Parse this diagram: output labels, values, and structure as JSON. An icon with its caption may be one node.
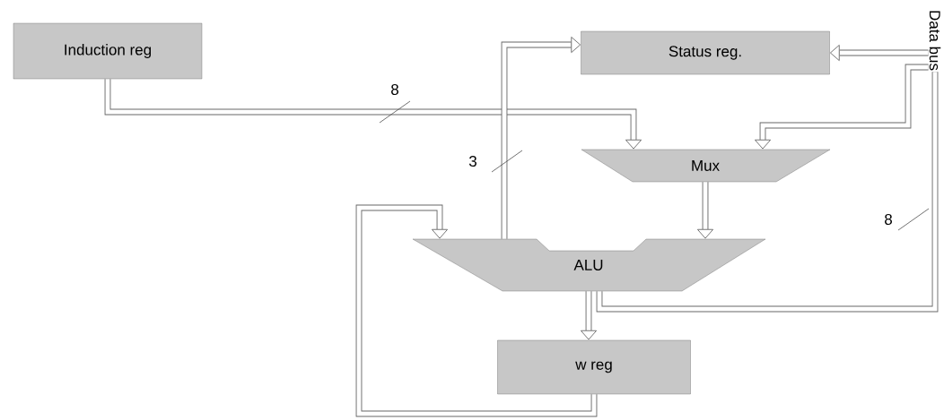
{
  "diagram": {
    "nodes": [
      {
        "text": [
          "Induction reg"
        ]
      },
      {
        "text": [
          "Status reg."
        ]
      },
      {
        "text": [
          "Mux"
        ]
      },
      {
        "text": [
          "ALU"
        ]
      },
      {
        "text": [
          "w reg"
        ]
      },
      {
        "text": [
          "Data bus"
        ]
      }
    ],
    "edges": [
      {
        "from": 0,
        "to": 2,
        "arrow": "to",
        "label": "8"
      },
      {
        "from": 3,
        "to": 1,
        "arrow": "to",
        "label": "3"
      },
      {
        "from": 5,
        "to": 1,
        "arrow": "to"
      },
      {
        "from": 5,
        "to": 2,
        "arrow": "to"
      },
      {
        "from": 2,
        "to": 3,
        "arrow": "to"
      },
      {
        "from": 3,
        "to": 4,
        "arrow": "to"
      },
      {
        "from": 4,
        "to": 3,
        "arrow": "to"
      },
      {
        "from": 3,
        "to": 5,
        "arrow": "none",
        "label": "8"
      }
    ]
  }
}
